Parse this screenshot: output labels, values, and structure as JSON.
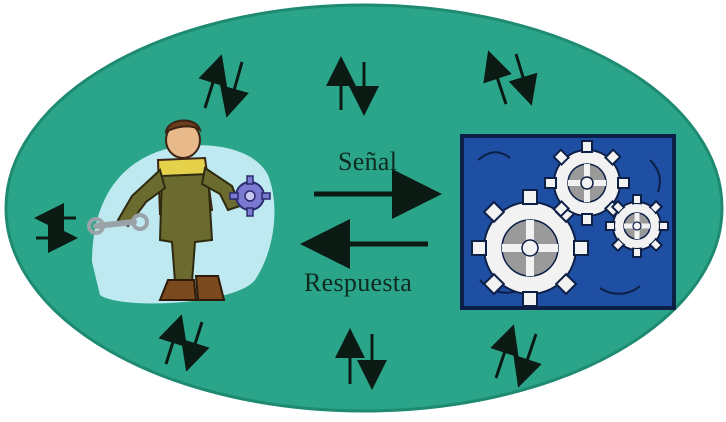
{
  "diagram": {
    "signal_label": "Señal",
    "response_label": "Respuesta",
    "colors": {
      "background_ellipse": "#2aa58a",
      "ellipse_edge": "#1e8a71",
      "worker_halo": "#bfe9f0",
      "machine_panel": "#1f4fa3",
      "machine_border": "#0c1f46",
      "gear_fill": "#f2f2f2",
      "gear_hole": "#9a9a9a",
      "arrow": "#0c1a14"
    },
    "icons": [
      "worker-illustration",
      "gear-machine-illustration",
      "double-arrow-icon"
    ]
  }
}
